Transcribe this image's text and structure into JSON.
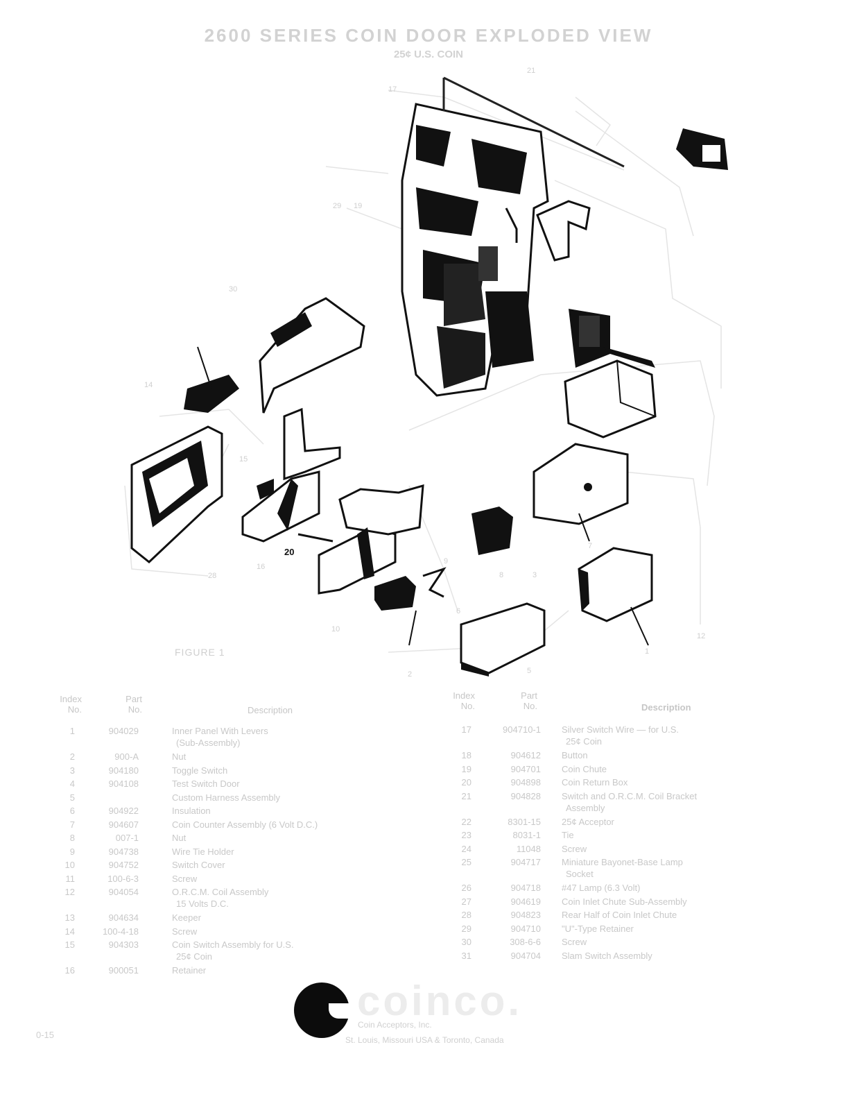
{
  "header": {
    "title": "2600 SERIES COIN DOOR EXPLODED VIEW",
    "subtitle": "25¢ U.S. COIN"
  },
  "figure": {
    "label": "FIGURE 1",
    "callouts": [
      "17",
      "19",
      "20",
      "6",
      "5",
      "12",
      "9",
      "3",
      "8",
      "1",
      "7",
      "10",
      "21",
      "30",
      "15",
      "2",
      "28",
      "16",
      "14",
      "29"
    ]
  },
  "table_left": {
    "headers": {
      "index": "Index\nNo.",
      "part": "Part\nNo.",
      "description": "Description"
    },
    "rows": [
      {
        "index": "1",
        "part": "904029",
        "description": "Inner Panel With Levers",
        "description2": "(Sub-Assembly)"
      },
      {
        "index": "2",
        "part": "900-A",
        "description": "Nut"
      },
      {
        "index": "3",
        "part": "904180",
        "description": "Toggle Switch"
      },
      {
        "index": "4",
        "part": "904108",
        "description": "Test Switch Door"
      },
      {
        "index": "5",
        "part": "",
        "description": "Custom Harness Assembly"
      },
      {
        "index": "6",
        "part": "904922",
        "description": "Insulation"
      },
      {
        "index": "7",
        "part": "904607",
        "description": "Coin Counter Assembly (6 Volt D.C.)"
      },
      {
        "index": "8",
        "part": "007-1",
        "description": "Nut"
      },
      {
        "index": "9",
        "part": "904738",
        "description": "Wire Tie Holder"
      },
      {
        "index": "10",
        "part": "904752",
        "description": "Switch Cover"
      },
      {
        "index": "11",
        "part": "100-6-3",
        "description": "Screw"
      },
      {
        "index": "12",
        "part": "904054",
        "description": "O.R.C.M. Coil Assembly",
        "description2": "15 Volts D.C."
      },
      {
        "index": "13",
        "part": "904634",
        "description": "Keeper"
      },
      {
        "index": "14",
        "part": "100-4-18",
        "description": "Screw"
      },
      {
        "index": "15",
        "part": "904303",
        "description": "Coin Switch Assembly for U.S.",
        "description2": "25¢ Coin"
      },
      {
        "index": "16",
        "part": "900051",
        "description": "Retainer"
      }
    ]
  },
  "table_right": {
    "headers": {
      "index": "Index\nNo.",
      "part": "Part\nNo.",
      "description": "Description"
    },
    "rows": [
      {
        "index": "17",
        "part": "904710-1",
        "description": "Silver Switch Wire — for U.S.",
        "description2": "25¢ Coin"
      },
      {
        "index": "18",
        "part": "904612",
        "description": "Button"
      },
      {
        "index": "19",
        "part": "904701",
        "description": "Coin Chute"
      },
      {
        "index": "20",
        "part": "904898",
        "description": "Coin Return Box"
      },
      {
        "index": "21",
        "part": "904828",
        "description": "Switch and O.R.C.M. Coil Bracket",
        "description2": "Assembly"
      },
      {
        "index": "22",
        "part": "8301-15",
        "description": "25¢ Acceptor"
      },
      {
        "index": "23",
        "part": "8031-1",
        "description": "Tie"
      },
      {
        "index": "24",
        "part": "11048",
        "description": "Screw"
      },
      {
        "index": "25",
        "part": "904717",
        "description": "Miniature Bayonet-Base Lamp",
        "description2": "Socket"
      },
      {
        "index": "26",
        "part": "904718",
        "description": "#47 Lamp (6.3 Volt)"
      },
      {
        "index": "27",
        "part": "904619",
        "description": "Coin Inlet Chute Sub-Assembly"
      },
      {
        "index": "28",
        "part": "904823",
        "description": "Rear Half of Coin Inlet Chute"
      },
      {
        "index": "29",
        "part": "904710",
        "description": "\"U\"-Type Retainer"
      },
      {
        "index": "30",
        "part": "308-6-6",
        "description": "Screw"
      },
      {
        "index": "31",
        "part": "904704",
        "description": "Slam Switch Assembly"
      }
    ]
  },
  "brand": {
    "logo_word": "coinco.",
    "company": "Coin Acceptors, Inc.",
    "address": "St. Louis, Missouri USA & Toronto, Canada"
  },
  "page_number": "0-15"
}
